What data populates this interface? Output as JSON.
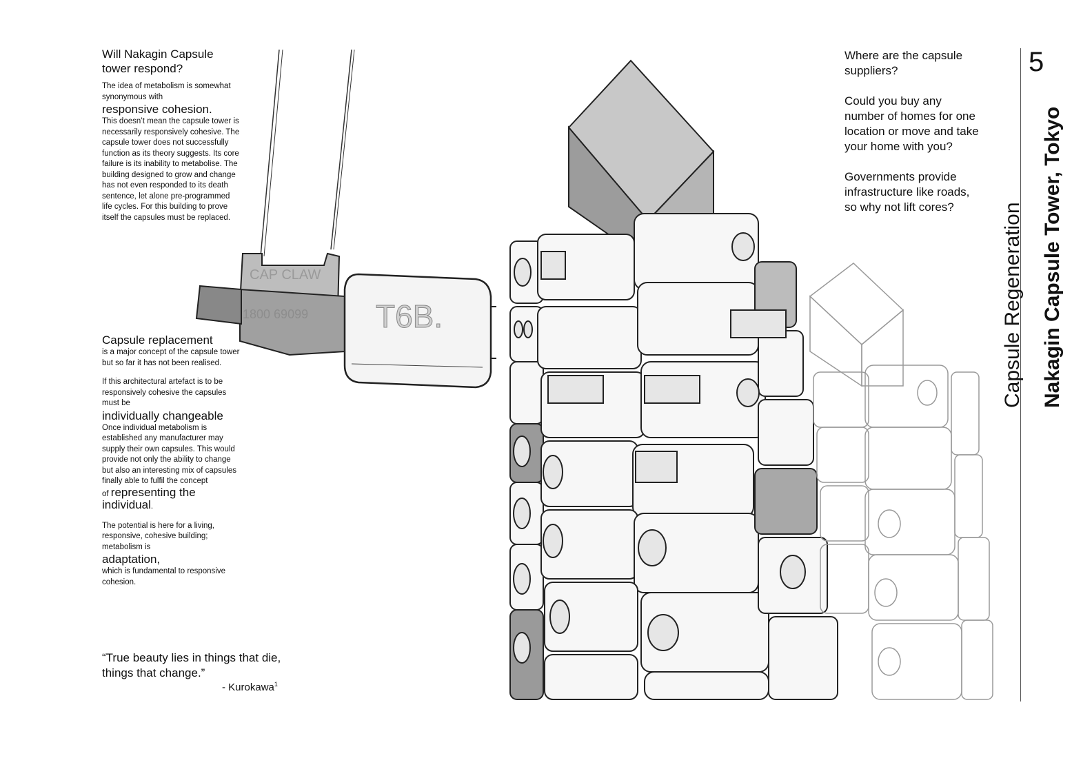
{
  "left_column": {
    "heading": "Will Nakagin Capsule tower respond?",
    "para1_a": "The idea of metabolism is somewhat synonymous with",
    "para1_em": "responsive cohesion",
    "para1_em_end": ".",
    "para1_b": "This doesn’t mean the capsule tower is necessarily responsively cohesive.  The capsule tower does not successfully function as its theory suggests. Its core failure is its inability to metabolise. The building designed to grow and change has not even responded to its death sentence, let alone pre-programmed life cycles. For this building to prove itself the capsules must be replaced.",
    "heading2": "Capsule replacement",
    "para2": "is a major concept of the capsule tower but so far it has not been realised.",
    "para3_a": "If this architectural artefact is to be responsively cohesive the capsules must be",
    "para3_em": "individually changeable",
    "para3_b": "Once individual metabolism is established any manufacturer may supply their own capsules. This would provide not only the ability to change but also an interesting mix of capsules finally able to fulfil the concept",
    "para3_of": "of",
    "para3_em2": "representing the individual",
    "para3_end": ".",
    "para4_a": "The potential is here for a living, responsive, cohesive building; metabolism is",
    "para4_em": "adaptation",
    "para4_comma": ",",
    "para4_b": "which is fundamental to responsive cohesion."
  },
  "quote": {
    "text": "“True beauty lies in things that die, things that change.”",
    "attribution": "- Kurokawa",
    "footnote": "1"
  },
  "right_column": {
    "q1": "Where are the capsule suppliers?",
    "q2": "Could  you buy any number of homes for one location or move and take your home with you?",
    "q3": "Governments provide infrastructure like roads, so why not lift cores?"
  },
  "side_title": {
    "page_number": "5",
    "title": "Nakagin Capsule Tower, Tokyo",
    "subtitle": "Capsule Regeneration"
  },
  "illustration": {
    "claw_label": "CAP CLAW",
    "claw_phone": "1800 69099",
    "capsule_label": "T6B."
  }
}
